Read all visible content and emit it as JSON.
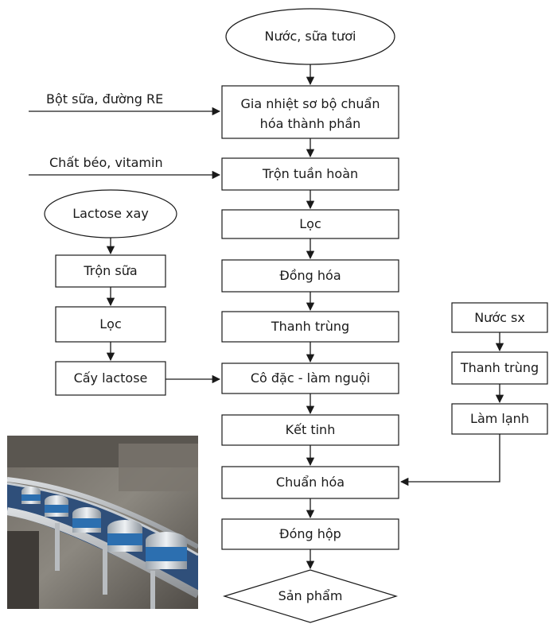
{
  "main_flow": {
    "start": "Nước, sữa tươi",
    "step1_line1": "Gia nhiệt sơ bộ chuẩn",
    "step1_line2": "hóa thành phần",
    "step2": "Trộn tuần hoàn",
    "step3": "Lọc",
    "step4": "Đồng hóa",
    "step5": "Thanh trùng",
    "step6": "Cô đặc - làm nguội",
    "step7": "Kết tinh",
    "step8": "Chuẩn hóa",
    "step9": "Đóng hộp",
    "end": "Sản phẩm"
  },
  "inputs": {
    "input1": "Bột sữa, đường RE",
    "input2": "Chất béo, vitamin"
  },
  "lactose_branch": {
    "start": "Lactose xay",
    "step1": "Trộn sữa",
    "step2": "Lọc",
    "step3": "Cấy lactose"
  },
  "water_branch": {
    "start": "Nước sx",
    "step1": "Thanh trùng",
    "step2": "Làm lạnh"
  },
  "colors": {
    "stroke": "#1a1a1a",
    "fill": "#ffffff"
  }
}
